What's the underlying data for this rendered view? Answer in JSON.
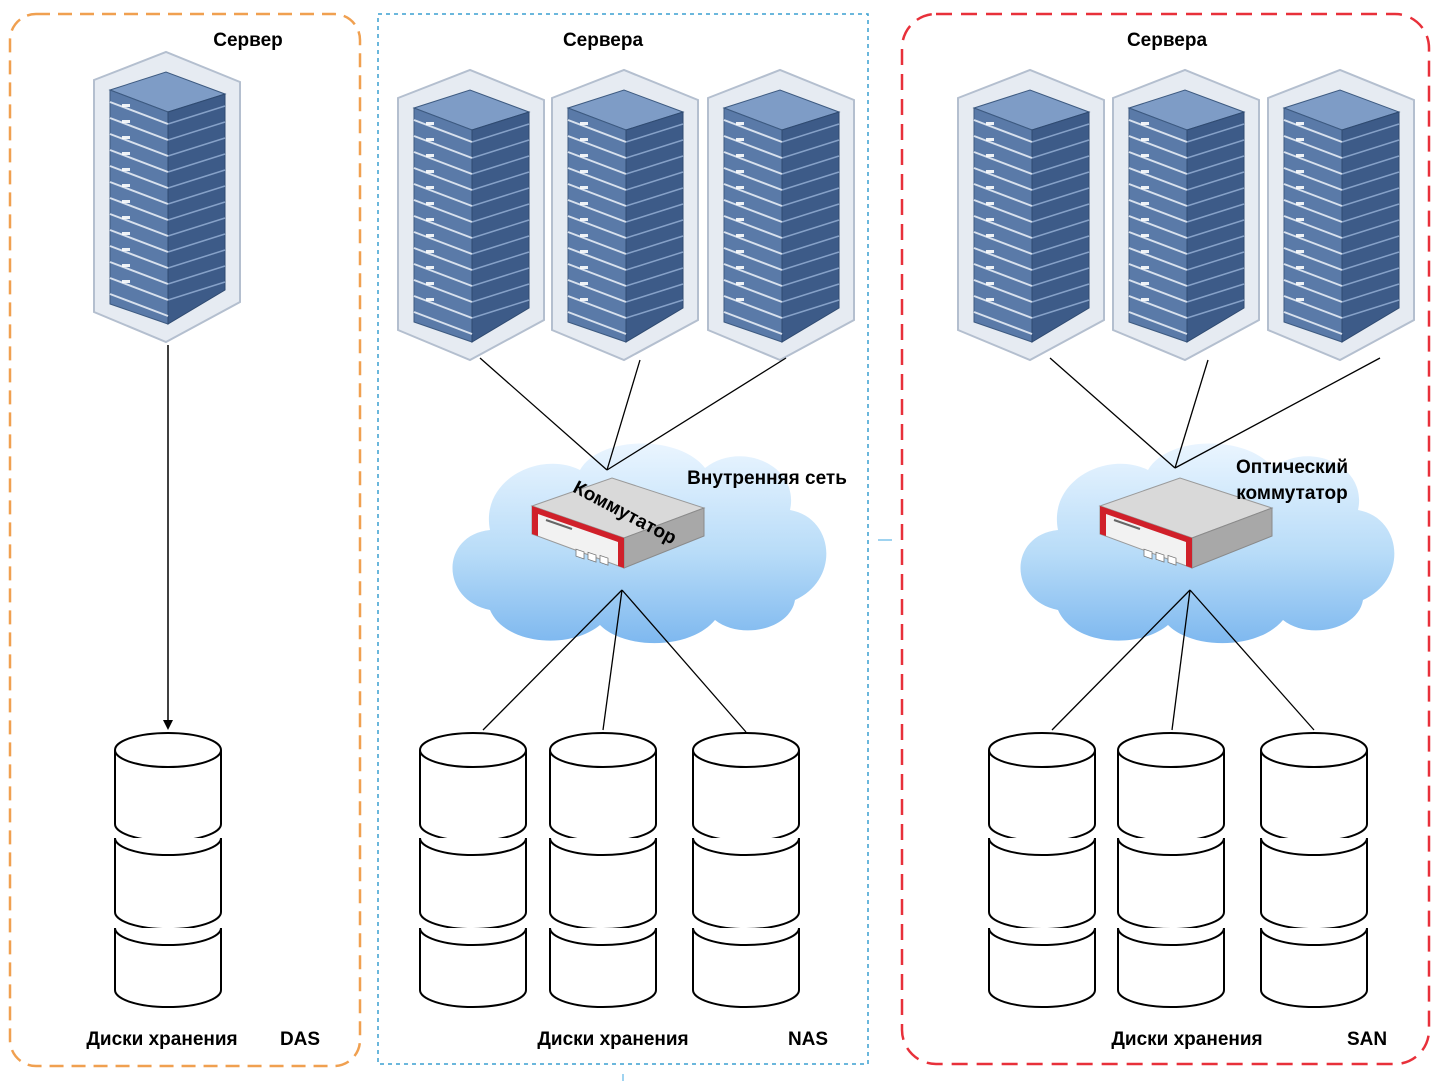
{
  "das": {
    "server_label": "Сервер",
    "disks_label": "Диски хранения",
    "type_label": "DAS",
    "frame_color": "#f0a050"
  },
  "nas": {
    "servers_label": "Сервера",
    "network_label": "Внутренняя сеть",
    "switch_label": "Коммутатор",
    "disks_label": "Диски хранения",
    "type_label": "NAS",
    "frame_color": "#3a9fd0"
  },
  "san": {
    "servers_label": "Сервера",
    "switch_label_line1": "Оптический",
    "switch_label_line2": "коммутатор",
    "disks_label": "Диски хранения",
    "type_label": "SAN",
    "frame_color": "#e8303a"
  },
  "colors": {
    "server_front": "#5a7aa8",
    "server_shell": "#e6ebf2",
    "cloud": "#9fcdf5",
    "switch_body": "#cfcfcf",
    "switch_accent": "#d0202a"
  },
  "icons": [
    "server-rack-icon",
    "cloud-icon",
    "network-switch-icon",
    "disk-stack-icon"
  ]
}
